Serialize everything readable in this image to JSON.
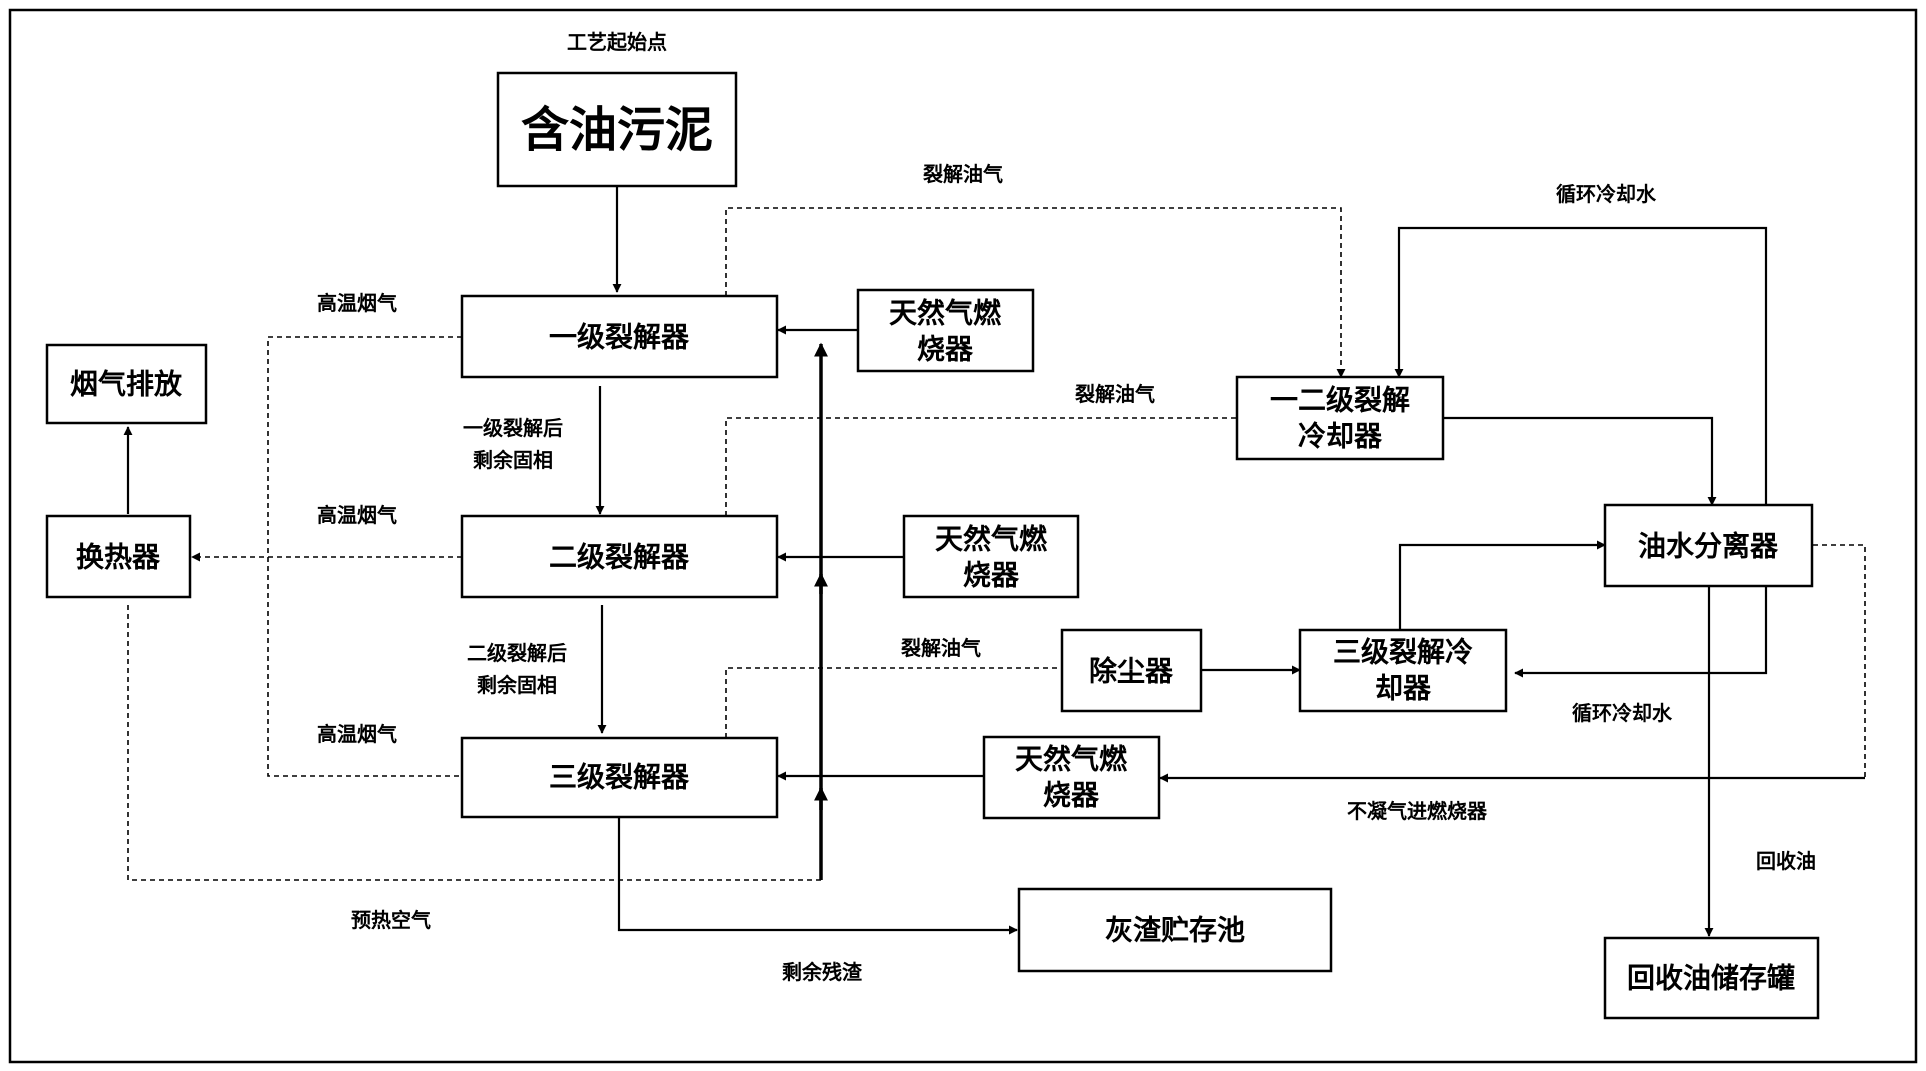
{
  "nodes": {
    "sludge": "含油污泥",
    "cracker1": "一级裂解器",
    "cracker2": "二级裂解器",
    "cracker3": "三级裂解器",
    "burner1": [
      "天然气燃",
      "烧器"
    ],
    "burner2": [
      "天然气燃",
      "烧器"
    ],
    "burner3": [
      "天然气燃",
      "烧器"
    ],
    "flue_exhaust": "烟气排放",
    "heat_exchanger": "换热器",
    "cooler12": [
      "一二级裂解",
      "冷却器"
    ],
    "separator": "油水分离器",
    "dust_remover": "除尘器",
    "cooler3": [
      "三级裂解冷",
      "却器"
    ],
    "ash_pool": "灰渣贮存池",
    "oil_tank": "回收油储存罐"
  },
  "labels": {
    "start_point": "工艺起始点",
    "cracked_gas_1": "裂解油气",
    "cracked_gas_2": "裂解油气",
    "cracked_gas_3": "裂解油气",
    "cooling_water_1": "循环冷却水",
    "cooling_water_2": "循环冷却水",
    "flue_gas_1": "高温烟气",
    "flue_gas_2": "高温烟气",
    "flue_gas_3": "高温烟气",
    "residue_1": [
      "一级裂解后",
      "剩余固相"
    ],
    "residue_2": [
      "二级裂解后",
      "剩余固相"
    ],
    "preheated_air": "预热空气",
    "remaining_residue": "剩余残渣",
    "noncondensable_gas": "不凝气进燃烧器",
    "recovered_oil": "回收油"
  }
}
